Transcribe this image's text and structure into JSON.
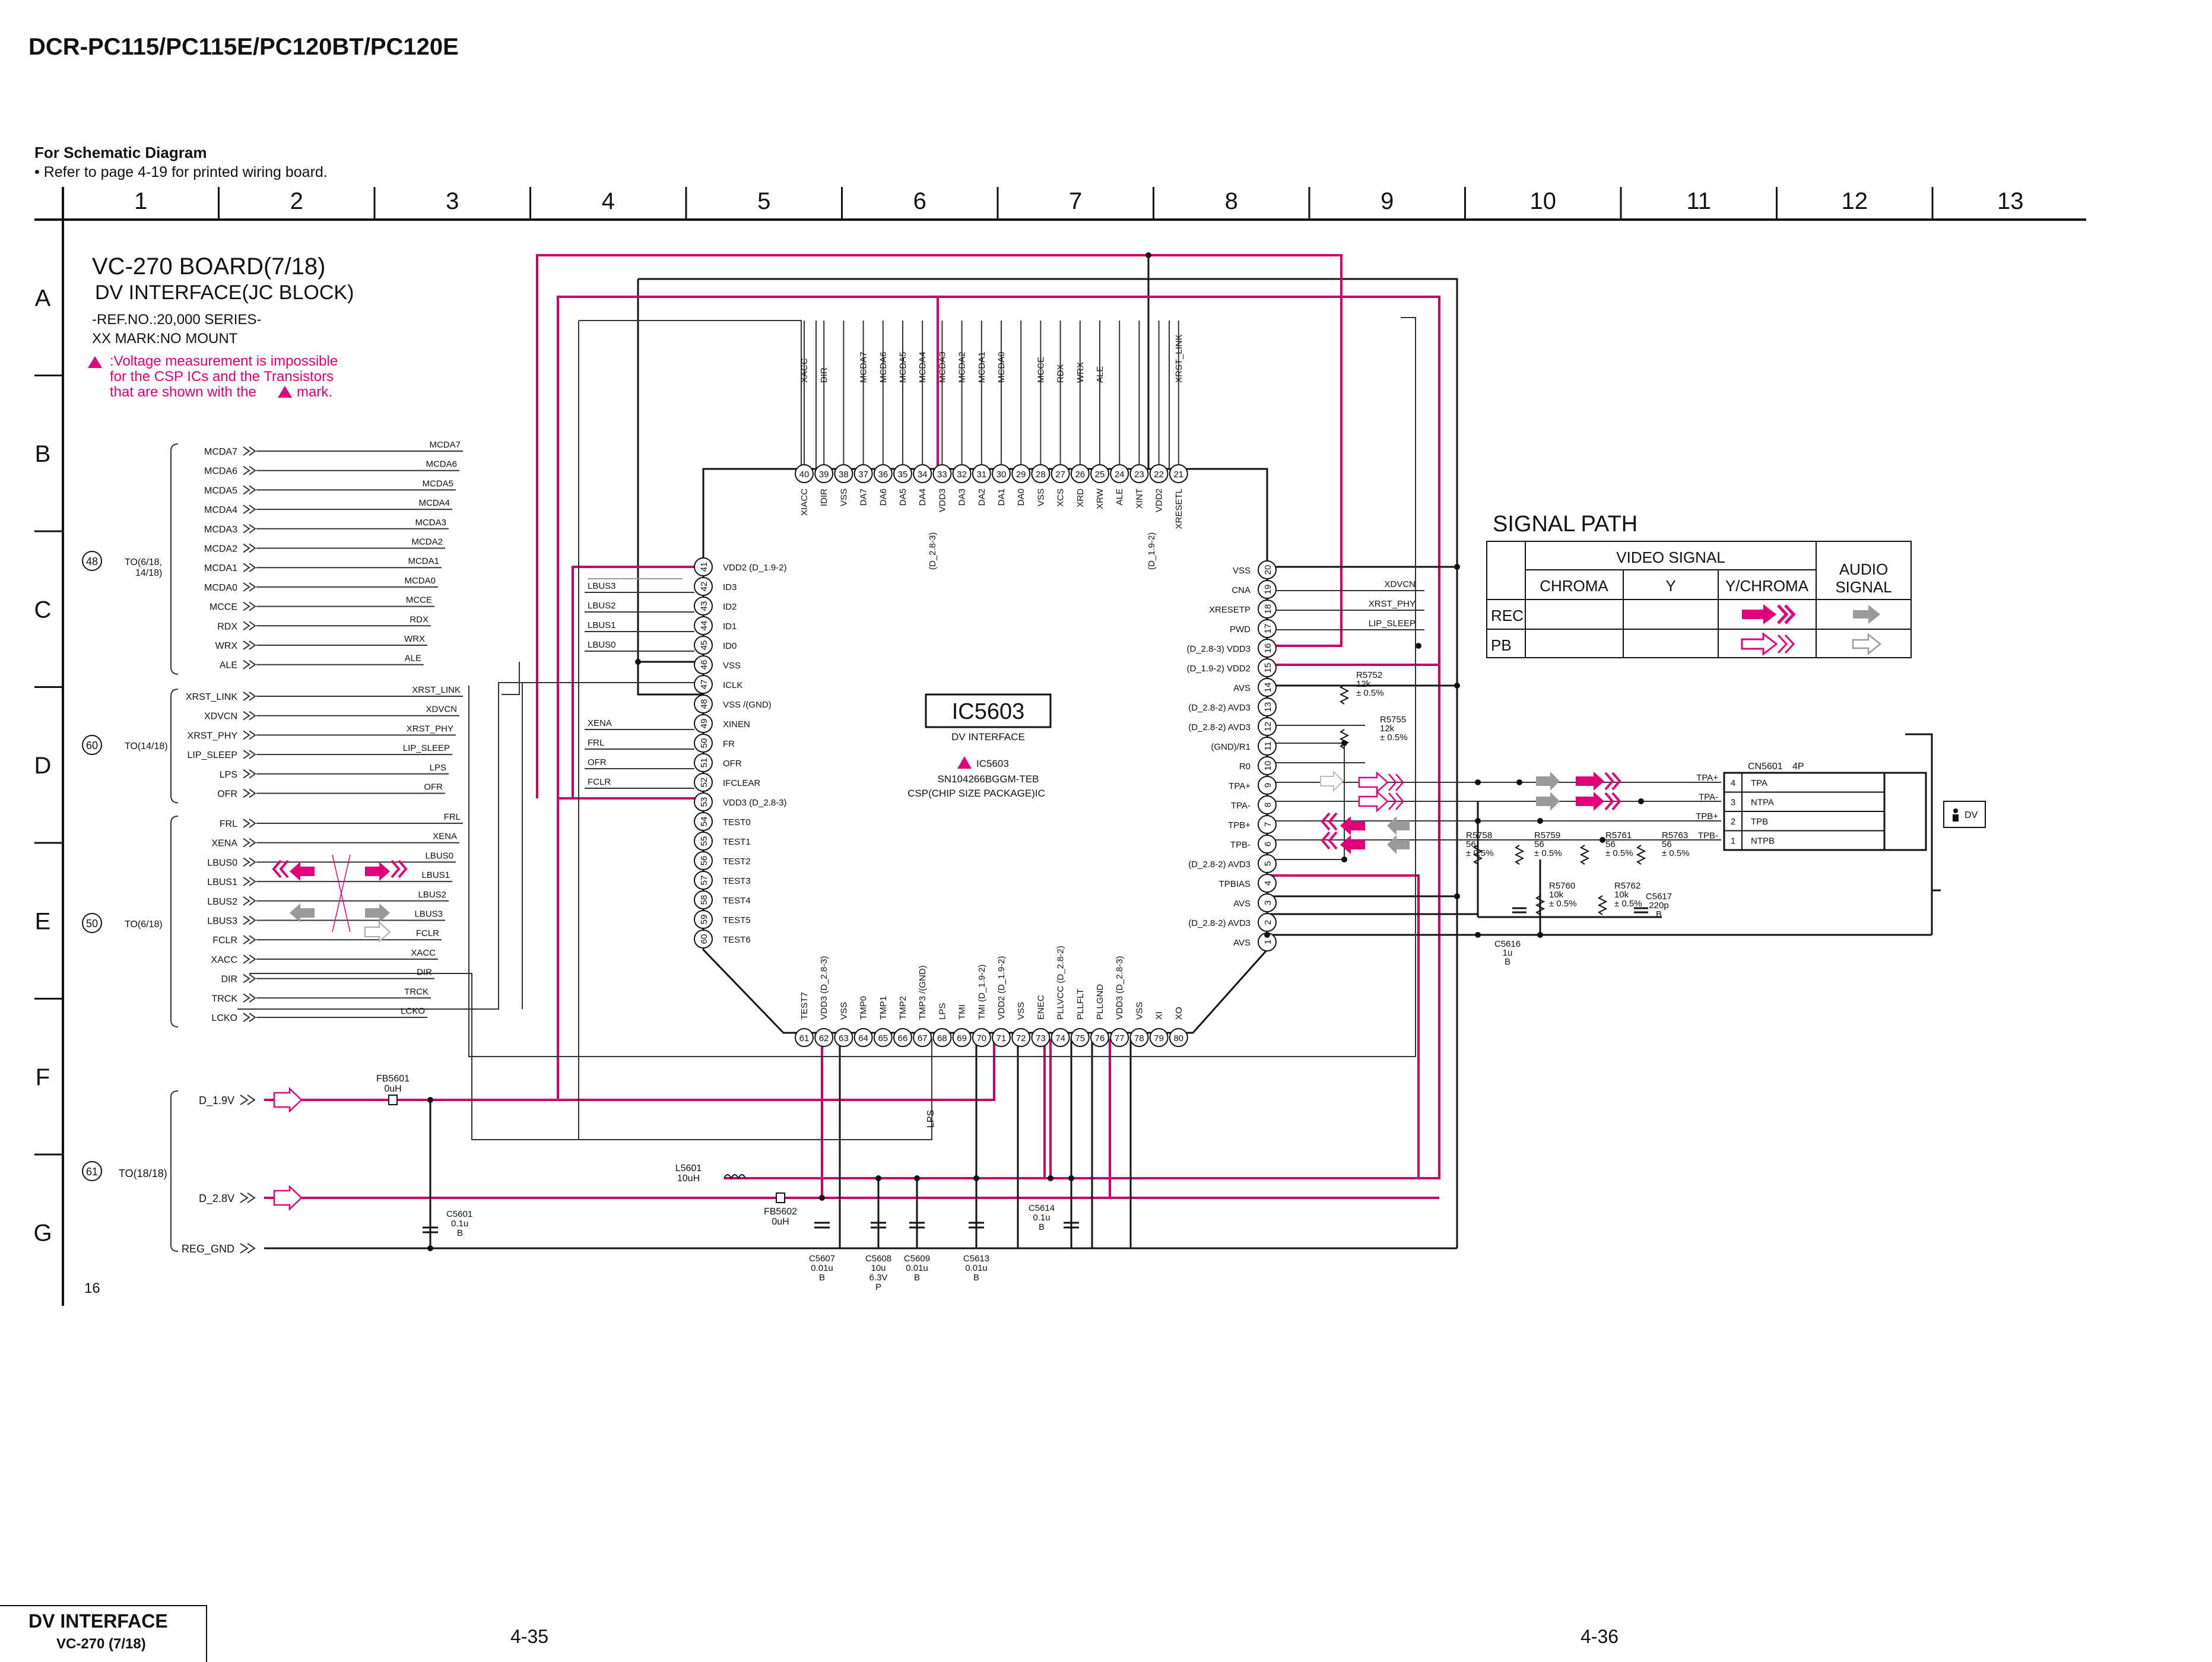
{
  "header": {
    "model_title": "DCR-PC115/PC115E/PC120BT/PC120E",
    "for_schematic": "For Schematic Diagram",
    "refer_note": "• Refer to page 4-19 for printed wiring board."
  },
  "grid": {
    "columns": [
      "1",
      "2",
      "3",
      "4",
      "5",
      "6",
      "7",
      "8",
      "9",
      "10",
      "11",
      "12",
      "13"
    ],
    "rows": [
      "A",
      "B",
      "C",
      "D",
      "E",
      "F",
      "G"
    ]
  },
  "board": {
    "title": "VC-270 BOARD(7/18)",
    "subtitle": "DV INTERFACE(JC BLOCK)",
    "ref_no": "-REF.NO.:20,000 SERIES-",
    "xx_mark": "XX MARK:NO MOUNT",
    "note_l1": ":Voltage measurement is impossible",
    "note_l2": "for the CSP ICs and the Transistors",
    "note_l3": "that are shown with the",
    "note_l3b": "mark."
  },
  "ic": {
    "name": "IC5603",
    "function": "DV INTERFACE",
    "ref": "IC5603",
    "part": "SN104266BGGM-TEB",
    "package": "CSP(CHIP SIZE PACKAGE)IC",
    "top_pins": [
      "40",
      "39",
      "38",
      "37",
      "36",
      "35",
      "34",
      "33",
      "32",
      "31",
      "30",
      "29",
      "28",
      "27",
      "26",
      "25",
      "24",
      "23",
      "22",
      "21"
    ],
    "top_names": [
      "XIACC",
      "IDIR",
      "VSS",
      "DA7",
      "DA6",
      "DA5",
      "DA4",
      "VDD3",
      "DA3",
      "DA2",
      "DA1",
      "DA0",
      "VSS",
      "XCS",
      "XRD",
      "XRW",
      "ALE",
      "XINT",
      "VDD2",
      "XRESETL"
    ],
    "top_ext": [
      "XACC",
      "DIR",
      "",
      "MCDA7",
      "MCDA6",
      "MCDA5",
      "MCDA4",
      "MCDA3",
      "MCDA2",
      "MCDA1",
      "MCDA0",
      "",
      "MCCE",
      "RDX",
      "WRX",
      "ALE",
      "",
      "",
      "",
      "XRST_LINK"
    ],
    "top_supply": [
      "(D_2.8-3)",
      "(D_1.9-2)"
    ],
    "left_pins": [
      "41",
      "42",
      "43",
      "44",
      "45",
      "46",
      "47",
      "48",
      "49",
      "50",
      "51",
      "52",
      "53",
      "54",
      "55",
      "56",
      "57",
      "58",
      "59",
      "60"
    ],
    "left_names": [
      "VDD2 (D_1.9-2)",
      "ID3",
      "ID2",
      "ID1",
      "ID0",
      "VSS",
      "ICLK",
      "VSS /(GND)",
      "XINEN",
      "FR",
      "OFR",
      "IFCLEAR",
      "VDD3 (D_2.8-3)",
      "TEST0",
      "TEST1",
      "TEST2",
      "TEST3",
      "TEST4",
      "TEST5",
      "TEST6"
    ],
    "left_ext": [
      "",
      "LBUS3",
      "LBUS2",
      "LBUS1",
      "LBUS0",
      "",
      "",
      "",
      "XENA",
      "FRL",
      "OFR",
      "FCLR",
      "",
      "",
      "",
      "",
      "",
      "",
      "",
      ""
    ],
    "right_pins": [
      "20",
      "19",
      "18",
      "17",
      "16",
      "15",
      "14",
      "13",
      "12",
      "11",
      "10",
      "9",
      "8",
      "7",
      "6",
      "5",
      "4",
      "3",
      "2",
      "1"
    ],
    "right_names": [
      "VSS",
      "CNA",
      "XRESETP",
      "PWD",
      "(D_2.8-3) VDD3",
      "(D_1.9-2) VDD2",
      "AVS",
      "(D_2.8-2) AVD3",
      "(D_2.8-2) AVD3",
      "(GND)/R1",
      "R0",
      "TPA+",
      "TPA-",
      "TPB+",
      "TPB-",
      "(D_2.8-2) AVD3",
      "TPBIAS",
      "AVS",
      "(D_2.8-2) AVD3",
      "AVS"
    ],
    "right_ext": [
      "",
      "XDVCN",
      "XRST_PHY",
      "LIP_SLEEP",
      "",
      "",
      "",
      "",
      "",
      "",
      "",
      "",
      "",
      "",
      "",
      "",
      "",
      "",
      "",
      ""
    ],
    "bottom_pins": [
      "61",
      "62",
      "63",
      "64",
      "65",
      "66",
      "67",
      "68",
      "69",
      "70",
      "71",
      "72",
      "73",
      "74",
      "75",
      "76",
      "77",
      "78",
      "79",
      "80"
    ],
    "bottom_names": [
      "TEST7",
      "VDD3 (D_2.8-3)",
      "VSS",
      "TMP0",
      "TMP1",
      "TMP2",
      "TMP3 /(GND)",
      "LPS",
      "TMI",
      "TMI (D_1.9-2)",
      "VDD2 (D_1.9-2)",
      "VSS",
      "ENEC",
      "PLLVCC (D_2.8-2)",
      "PLLFLT",
      "PLLGND",
      "VDD3 (D_2.8-3)",
      "VSS",
      "XI",
      "XO"
    ],
    "lps_label": "LPS"
  },
  "connectors": {
    "group48": {
      "num": "48",
      "to": "TO(6/18,",
      "to2": "14/18)",
      "signals": [
        "MCDA7",
        "MCDA6",
        "MCDA5",
        "MCDA4",
        "MCDA3",
        "MCDA2",
        "MCDA1",
        "MCDA0",
        "MCCE",
        "RDX",
        "WRX",
        "ALE"
      ]
    },
    "group60": {
      "num": "60",
      "to": "TO(14/18)",
      "signals": [
        "XRST_LINK",
        "XDVCN",
        "XRST_PHY",
        "LIP_SLEEP",
        "LPS",
        "OFR"
      ]
    },
    "group50": {
      "num": "50",
      "to": "TO(6/18)",
      "signals": [
        "FRL",
        "XENA",
        "LBUS0",
        "LBUS1",
        "LBUS2",
        "LBUS3",
        "FCLR",
        "XACC",
        "DIR",
        "TRCK",
        "LCKO"
      ]
    },
    "group61": {
      "num": "61",
      "to": "TO(18/18)",
      "signals": [
        "D_1.9V",
        "D_2.8V",
        "REG_GND"
      ]
    }
  },
  "components": {
    "FB5601": [
      "FB5601",
      "0uH"
    ],
    "FB5602": [
      "FB5602",
      "0uH"
    ],
    "L5601": [
      "L5601",
      "10uH"
    ],
    "C5601": [
      "C5601",
      "0.1u",
      "B"
    ],
    "C5607": [
      "C5607",
      "0.01u",
      "B"
    ],
    "C5608": [
      "C5608",
      "10u",
      "6.3V",
      "P"
    ],
    "C5609": [
      "C5609",
      "0.01u",
      "B"
    ],
    "C5613": [
      "C5613",
      "0.01u",
      "B"
    ],
    "C5614": [
      "C5614",
      "0.1u",
      "B"
    ],
    "R5752": [
      "R5752",
      "12k",
      "± 0.5%"
    ],
    "R5755": [
      "R5755",
      "12k",
      "± 0.5%"
    ],
    "R5758": [
      "R5758",
      "56",
      "± 0.5%"
    ],
    "R5759": [
      "R5759",
      "56",
      "± 0.5%"
    ],
    "R5760": [
      "R5760",
      "10k",
      "± 0.5%"
    ],
    "R5761": [
      "R5761",
      "56",
      "± 0.5%"
    ],
    "R5762": [
      "R5762",
      "10k",
      "± 0.5%"
    ],
    "R5763": [
      "R5763",
      "56",
      "± 0.5%"
    ],
    "C5616": [
      "C5616",
      "1u",
      "B"
    ],
    "C5617": [
      "C5617",
      "220p",
      "B"
    ]
  },
  "cn5601": {
    "title": "CN5601",
    "pins_label": "4P",
    "pins": [
      "4",
      "3",
      "2",
      "1"
    ],
    "names": [
      "TPA",
      "NTPA",
      "TPB",
      "NTPB"
    ],
    "ext": [
      "TPA+",
      "TPA-",
      "TPB+",
      "TPB-"
    ],
    "dv_label": "DV"
  },
  "signal_path": {
    "title": "SIGNAL PATH",
    "video_signal": "VIDEO SIGNAL",
    "audio1": "AUDIO",
    "audio2": "SIGNAL",
    "cols": [
      "CHROMA",
      "Y",
      "Y/CHROMA"
    ],
    "rows": [
      "REC",
      "PB"
    ],
    "rec_color": "#e0007a",
    "pb_color": "#e0007a",
    "audio_color": "#9a9a9a"
  },
  "footer": {
    "left_page_no": "16",
    "section": "DV INTERFACE",
    "board": "VC-270 (7/18)",
    "page_left": "4-35",
    "page_right": "4-36"
  }
}
